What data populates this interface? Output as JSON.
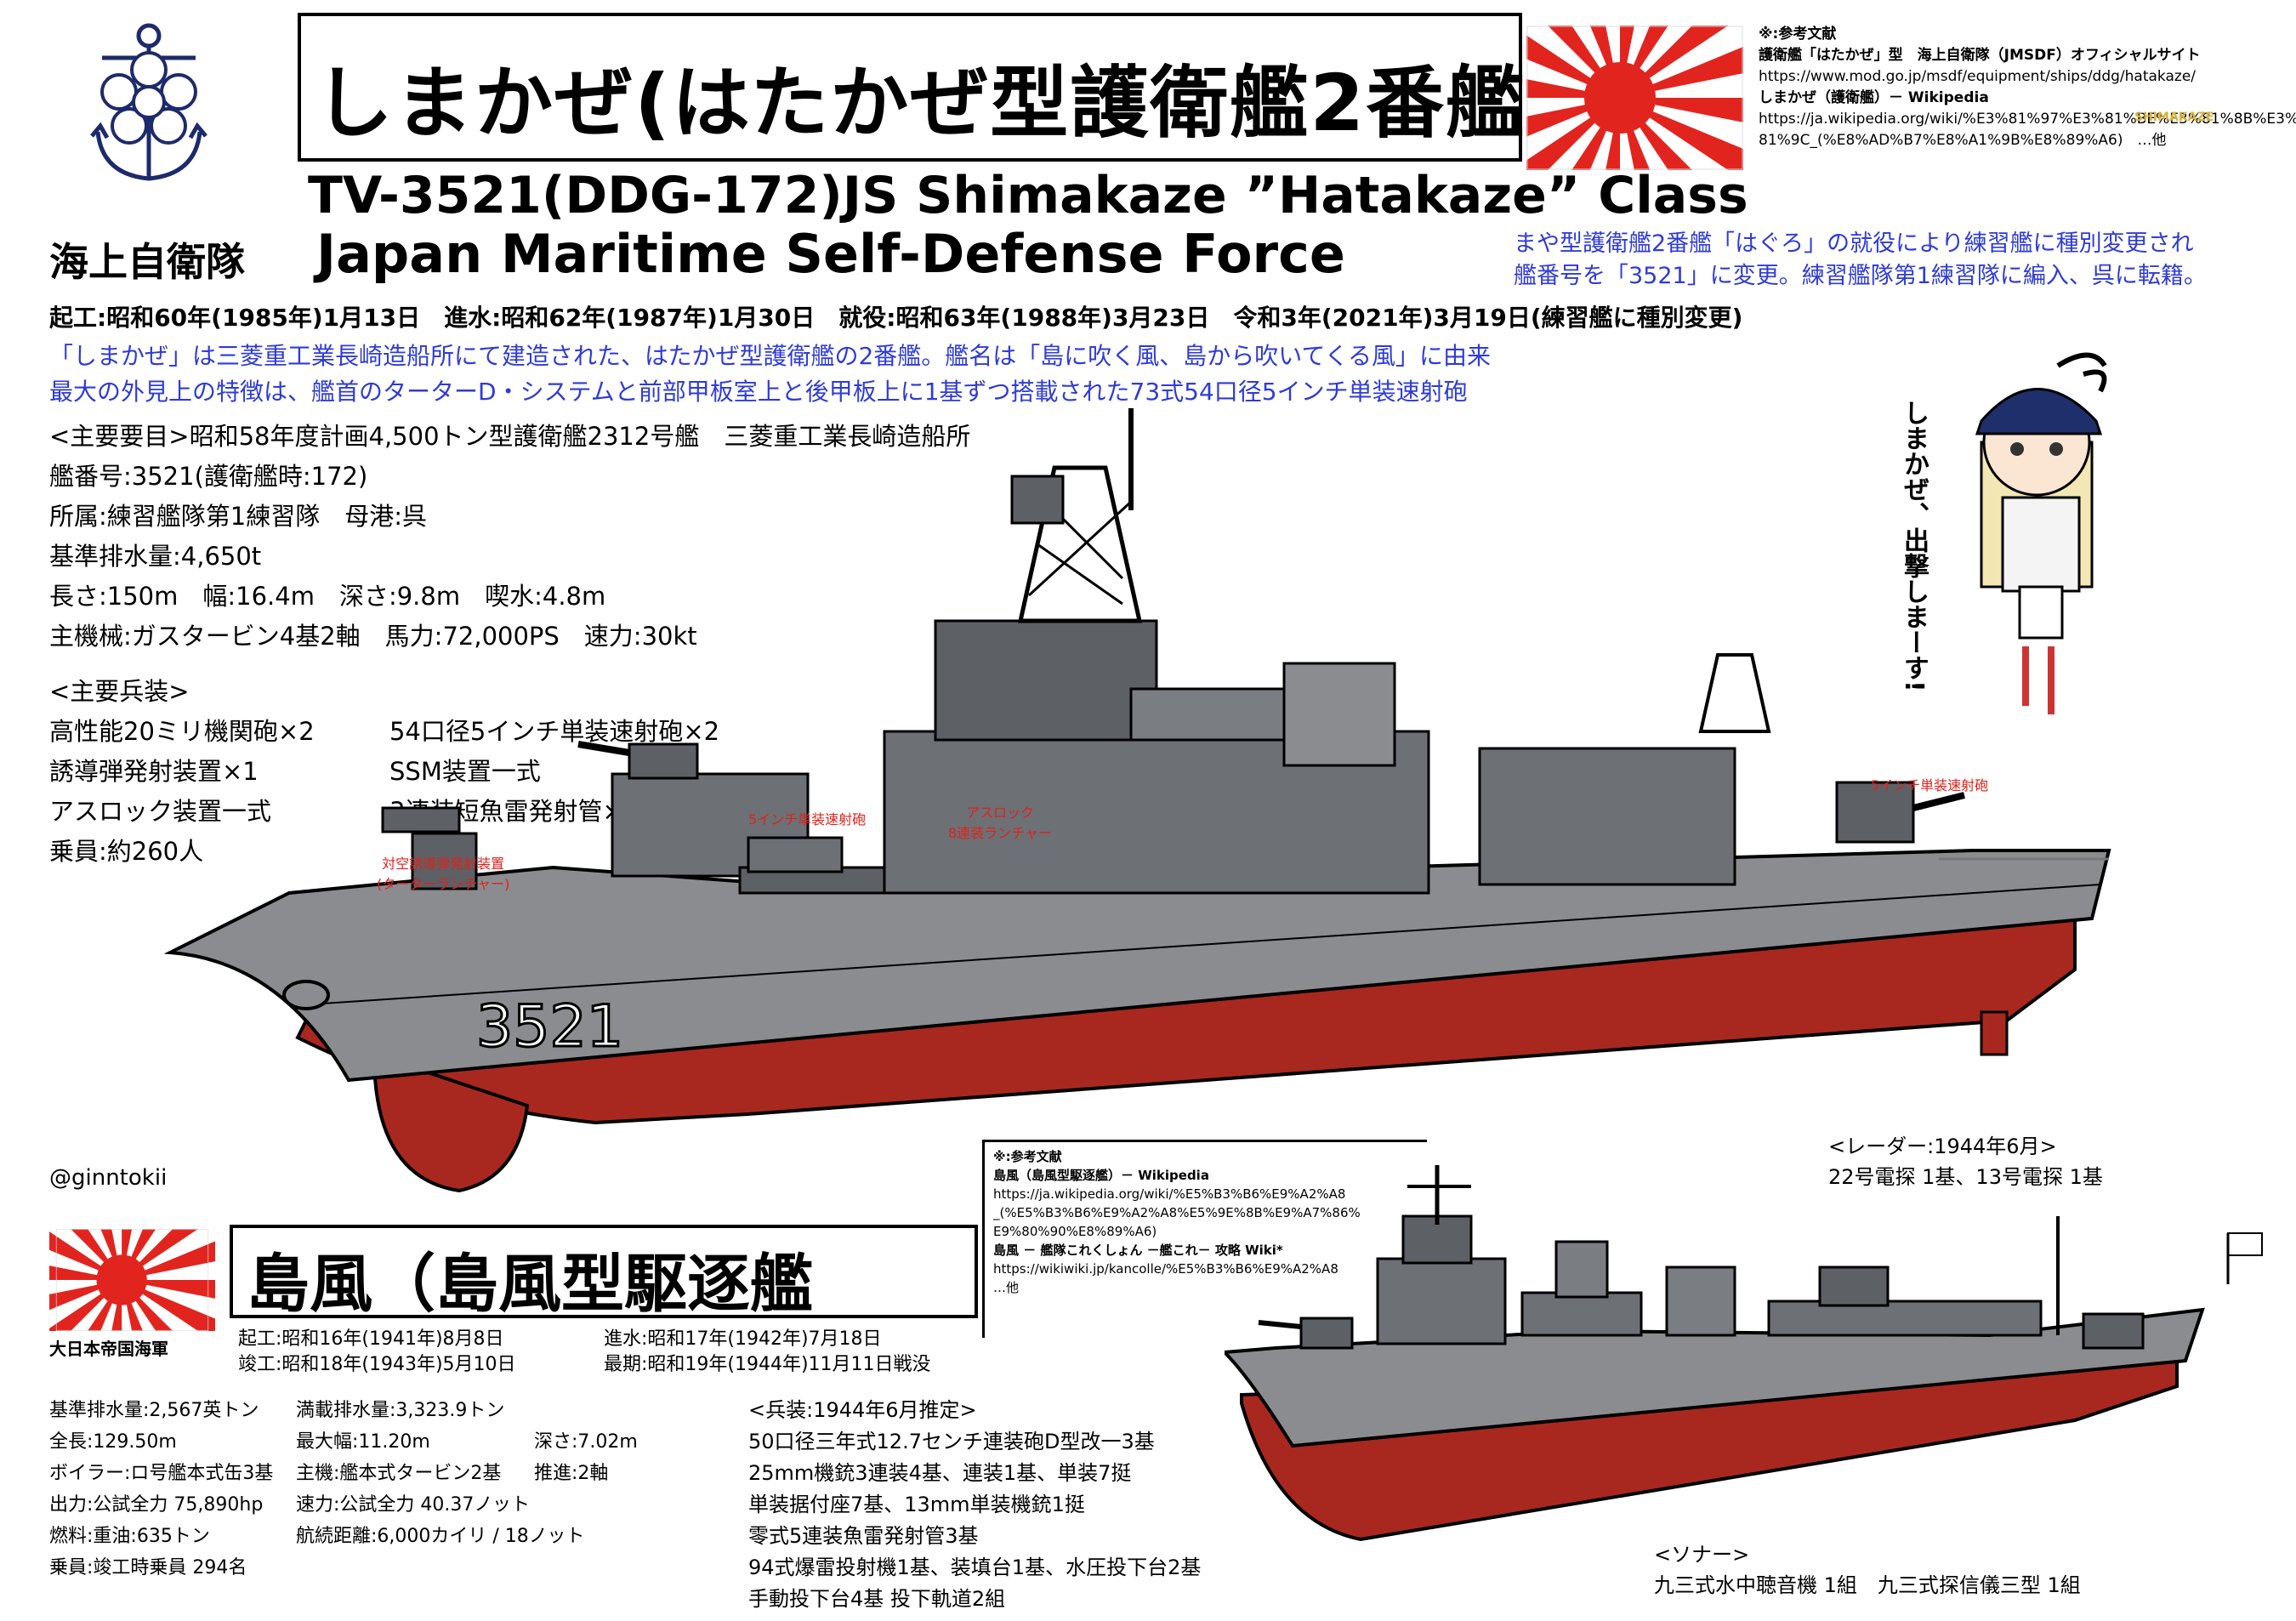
{
  "modern": {
    "title": "しまかぜ(はたかぜ型護衛艦2番艦)",
    "designation": "TV-3521(DDG-172)JS  Shimakaze    ”Hatakaze” Class",
    "org_jp": "海上自衛隊",
    "org_en": "Japan Maritime Self-Defense Force",
    "note_line1": "まや型護衛艦2番艦「はぐろ」の就役により練習艦に種別変更され",
    "note_line2": "艦番号を「3521」に変更。練習艦隊第1練習隊に編入、呉に転籍。",
    "dates": "起工:昭和60年(1985年)1月13日　進水:昭和62年(1987年)1月30日　就役:昭和63年(1988年)3月23日　令和3年(2021年)3月19日(練習艦に種別変更)",
    "desc1": "「しまかぜ」は三菱重工業長崎造船所にて建造された、はたかぜ型護衛艦の2番艦。艦名は「島に吹く風、島から吹いてくる風」に由来",
    "desc2": "最大の外見上の特徴は、艦首のターターD・システムと前部甲板室上と後甲板上に1基ずつ搭載された73式54口径5インチ単装速射砲",
    "specs": [
      "<主要要目>昭和58年度計画4,500トン型護衛艦2312号艦　三菱重工業長崎造船所",
      "艦番号:3521(護衛艦時:172)",
      "所属:練習艦隊第1練習隊　母港:呉",
      "基準排水量:4,650t",
      "長さ:150m　幅:16.4m　深さ:9.8m　喫水:4.8m",
      "主機械:ガスタービン4基2軸　馬力:72,000PS　速力:30kt"
    ],
    "arms_title": "<主要兵装>",
    "arms": [
      [
        "高性能20ミリ機関砲×2",
        "54口径5インチ単装速射砲×2"
      ],
      [
        "誘導弾発射装置×1",
        "SSM装置一式"
      ],
      [
        "アスロック装置一式",
        "3連装短魚雷発射管×2"
      ],
      [
        "乗員:約260人",
        ""
      ]
    ],
    "refs_title": "※:参考文献",
    "refs": [
      "護衛艦「はたかぜ」型　海上自衛隊（JMSDF）オフィシャルサイト",
      "https://www.mod.go.jp/msdf/equipment/ships/ddg/hatakaze/",
      "しまかぜ（護衛艦）－ Wikipedia",
      "https://ja.wikipedia.org/wiki/%E3%81%97%E3%81%BE%E3%81%8B%E3%",
      "81%9C_(%E8%AD%B7%E8%A1%9B%E8%89%A6)　…他"
    ],
    "hull_number": "3521",
    "labels": {
      "tartar": "対空誘導弾発射装置",
      "tartar2": "(ターターランチャー)",
      "gun_fwd": "5インチ単装速射砲",
      "asroc": "アスロック",
      "asroc2": "8連装ランチャー",
      "gun_aft": "5インチ単装速射砲"
    },
    "speech": "しまかぜ、出撃しまーす!",
    "cap_text": "SHIMAKAZE"
  },
  "credit": "@ginntokii",
  "ww2": {
    "title": "島風（島風型駆逐艦",
    "navy": "大日本帝国海軍",
    "dates": [
      [
        "起工:昭和16年(1941年)8月8日",
        "進水:昭和17年(1942年)7月18日"
      ],
      [
        "竣工:昭和18年(1943年)5月10日",
        "最期:昭和19年(1944年)11月11日戦没"
      ]
    ],
    "specs": [
      [
        "基準排水量:2,567英トン",
        "満載排水量:3,323.9トン",
        ""
      ],
      [
        "全長:129.50m",
        "最大幅:11.20m",
        "深さ:7.02m"
      ],
      [
        "ボイラー:ロ号艦本式缶3基",
        "主機:艦本式タービン2基",
        "推進:2軸"
      ],
      [
        "出力:公試全力 75,890hp",
        "速力:公試全力 40.37ノット",
        ""
      ],
      [
        "燃料:重油:635トン",
        "航続距離:6,000カイリ / 18ノット",
        ""
      ],
      [
        "乗員:竣工時乗員 294名",
        "",
        ""
      ]
    ],
    "arms_title": "<兵装:1944年6月推定>",
    "arms": [
      "50口径三年式12.7センチ連装砲D型改一3基",
      "25mm機銃3連装4基、連装1基、単装7挺",
      "単装据付座7基、13mm単装機銃1挺",
      "零式5連装魚雷発射管3基",
      "94式爆雷投射機1基、装填台1基、水圧投下台2基",
      "手動投下台4基 投下軌道2組"
    ],
    "refs_title": "※:参考文献",
    "refs": [
      "島風（島風型駆逐艦）－ Wikipedia",
      "https://ja.wikipedia.org/wiki/%E5%B3%B6%E9%A2%A8",
      "_(%E5%B3%B6%E9%A2%A8%E5%9E%8B%E9%A7%86%",
      "E9%80%90%E8%89%A6)",
      "島風 － 艦隊これくしょん －艦これ－ 攻略 Wiki*",
      "https://wikiwiki.jp/kancolle/%E5%B3%B6%E9%A2%A8",
      "…他"
    ],
    "radar_title": "<レーダー:1944年6月>",
    "radar": "22号電探 1基、13号電探 1基",
    "sonar_title": "<ソナー>",
    "sonar": "九三式水中聴音機 1組　九三式探信儀三型 1組"
  },
  "colors": {
    "hull_grey": "#8a8c90",
    "hull_red": "#a8281f",
    "dark_grey": "#5d6065",
    "blue_text": "#2f3bd6",
    "red_text": "#e0211c",
    "flag_red": "#e2241f"
  }
}
